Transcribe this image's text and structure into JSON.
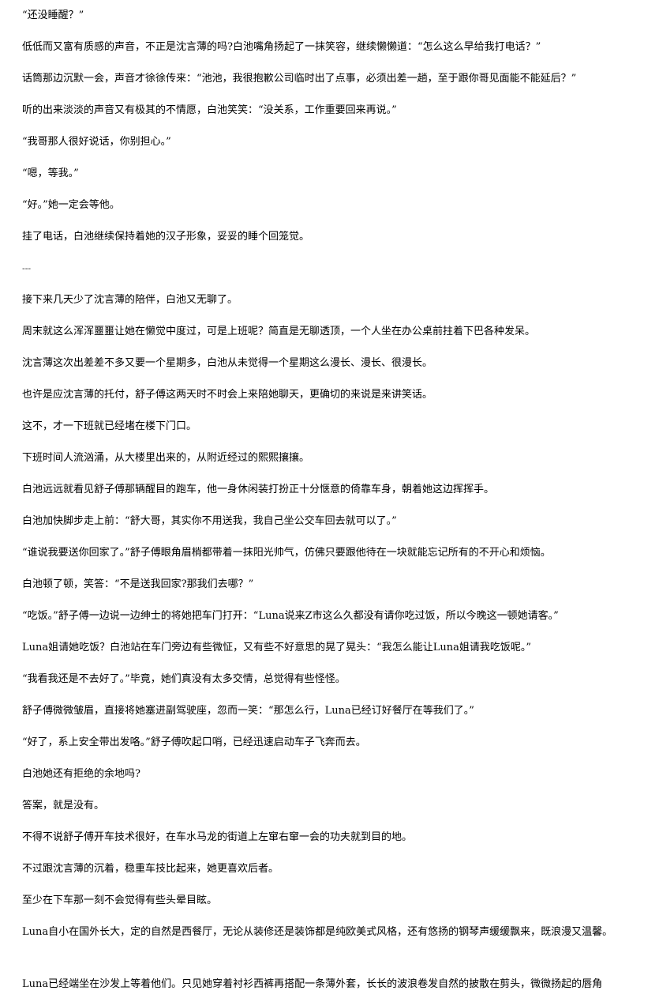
{
  "paragraphs": [
    "“还没睡醒？”",
    "低低而又富有质感的声音，不正是沈言薄的吗?白池嘴角扬起了一抹笑容，继续懒懒道：“怎么这么早给我打电话？”",
    "话筒那边沉默一会，声音才徐徐传来：“池池，我很抱歉公司临时出了点事，必须出差一趟，至于跟你哥见面能不能延后？”",
    "听的出来淡淡的声音又有极其的不情愿，白池笑笑：“没关系，工作重要回来再说。”",
    "“我哥那人很好说话，你别担心。”",
    "“嗯，等我。”",
    "“好。”她一定会等他。",
    "挂了电话，白池继续保持着她的汉子形象，妥妥的睡个回笼觉。",
    "---",
    "接下来几天少了沈言薄的陪伴，白池又无聊了。",
    "周末就这么浑浑噩噩让她在懒觉中度过，可是上班呢？简直是无聊透顶，一个人坐在办公桌前拄着下巴各种发呆。",
    "沈言薄这次出差差不多又要一个星期多，白池从未觉得一个星期这么漫长、漫长、很漫长。",
    "也许是应沈言薄的托付，舒子傅这两天时不时会上来陪她聊天，更确切的来说是来讲笑话。",
    "这不，才一下班就已经堵在楼下门口。",
    "下班时间人流汹涌，从大楼里出来的，从附近经过的熙熙攘攘。",
    "白池远远就看见舒子傅那辆醒目的跑车，他一身休闲装打扮正十分惬意的倚靠车身，朝着她这边挥挥手。",
    "白池加快脚步走上前：“舒大哥，其实你不用送我，我自己坐公交车回去就可以了。”",
    "“谁说我要送你回家了。”舒子傅眼角眉梢都带着一抹阳光帅气，仿佛只要跟他待在一块就能忘记所有的不开心和烦恼。",
    "白池顿了顿，笑答：“不是送我回家?那我们去哪？”",
    "“吃饭。”舒子傅一边说一边绅士的将她把车门打开：“Luna说来Z市这么久都没有请你吃过饭，所以今晚这一顿她请客。”",
    "Luna姐请她吃饭？白池站在车门旁边有些微怔，又有些不好意思的晃了晃头：“我怎么能让Luna姐请我吃饭呢。”",
    "“我看我还是不去好了。”毕竟，她们真没有太多交情，总觉得有些怪怪。",
    "舒子傅微微皱眉，直接将她塞进副驾驶座，忽而一笑：“那怎么行，Luna已经订好餐厅在等我们了。”",
    "“好了，系上安全带出发咯。”舒子傅吹起口哨，已经迅速启动车子飞奔而去。",
    "白池她还有拒绝的余地吗?",
    "答案，就是没有。",
    "不得不说舒子傅开车技术很好，在车水马龙的街道上左窜右窜一会的功夫就到目的地。",
    "不过跟沈言薄的沉着，稳重车技比起来，她更喜欢后者。",
    "至少在下车那一刻不会觉得有些头晕目眩。",
    "Luna自小在国外长大，定的自然是西餐厅，无论从装修还是装饰都是纯欧美式风格，还有悠扬的钢琴声缓缓飘来，既浪漫又温馨。",
    "Luna已经端坐在沙发上等着他们。只见她穿着衬衫西裤再搭配一条薄外套，长长的波浪卷发自然的披散在剪头，微微扬起的唇角"
  ]
}
